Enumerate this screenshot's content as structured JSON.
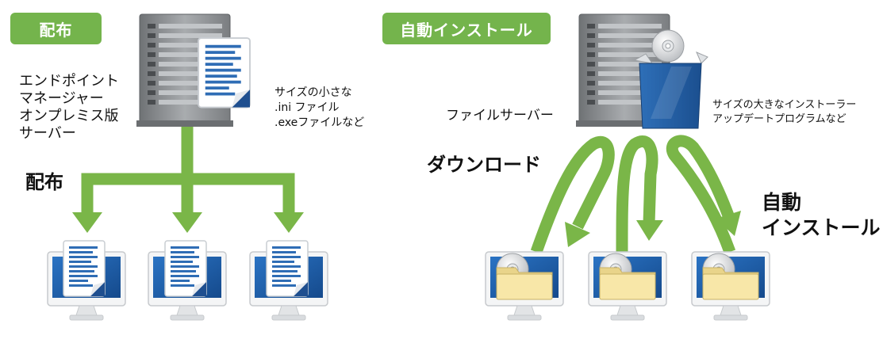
{
  "left": {
    "badge": "配布",
    "server_label": [
      "エンドポイント",
      "マネージャー",
      "オンプレミス版",
      "サーバー"
    ],
    "file_note": [
      "サイズの小さな",
      ".ini ファイル",
      ".exeファイルなど"
    ],
    "arrow_label": "配布"
  },
  "right": {
    "badge": "自動インストール",
    "server_label": "ファイルサーバー",
    "package_note": [
      "サイズの大きなインストーラー",
      "アップデートプログラムなど"
    ],
    "download_label": "ダウンロード",
    "install_label": [
      "自動",
      "インストール"
    ]
  },
  "colors": {
    "accent_green": "#74b44c",
    "arrow_green": "#7ab648",
    "screen_blue": "#1f5fa8",
    "server_gray": "#8a8d90",
    "folder_yellow": "#f7e6a6"
  },
  "icons": [
    "server-icon",
    "document-icon",
    "monitor-icon",
    "package-box-icon",
    "disc-icon",
    "folder-icon"
  ]
}
